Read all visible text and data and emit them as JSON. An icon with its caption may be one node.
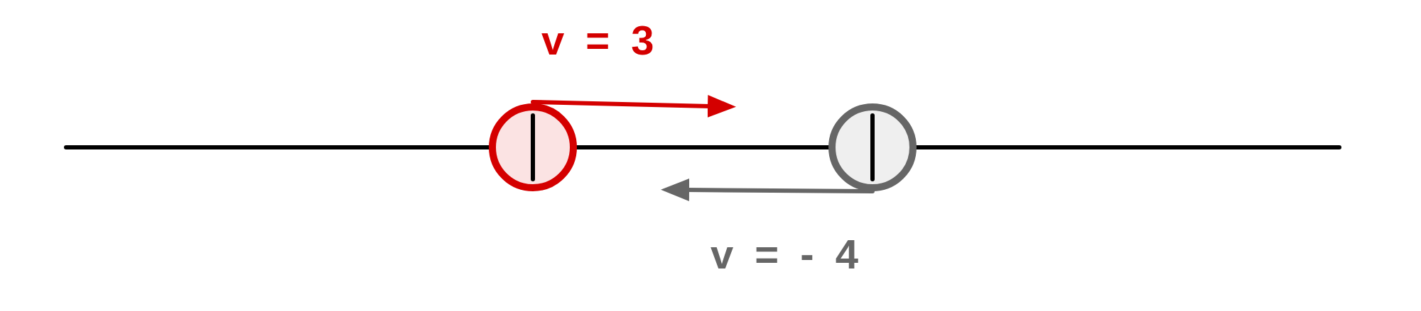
{
  "diagram": {
    "nodes": [
      {
        "text": [],
        "shape": "circle"
      },
      {
        "text": [],
        "shape": "circle"
      }
    ],
    "labels": [
      "v = 3",
      "v = - 4"
    ]
  }
}
